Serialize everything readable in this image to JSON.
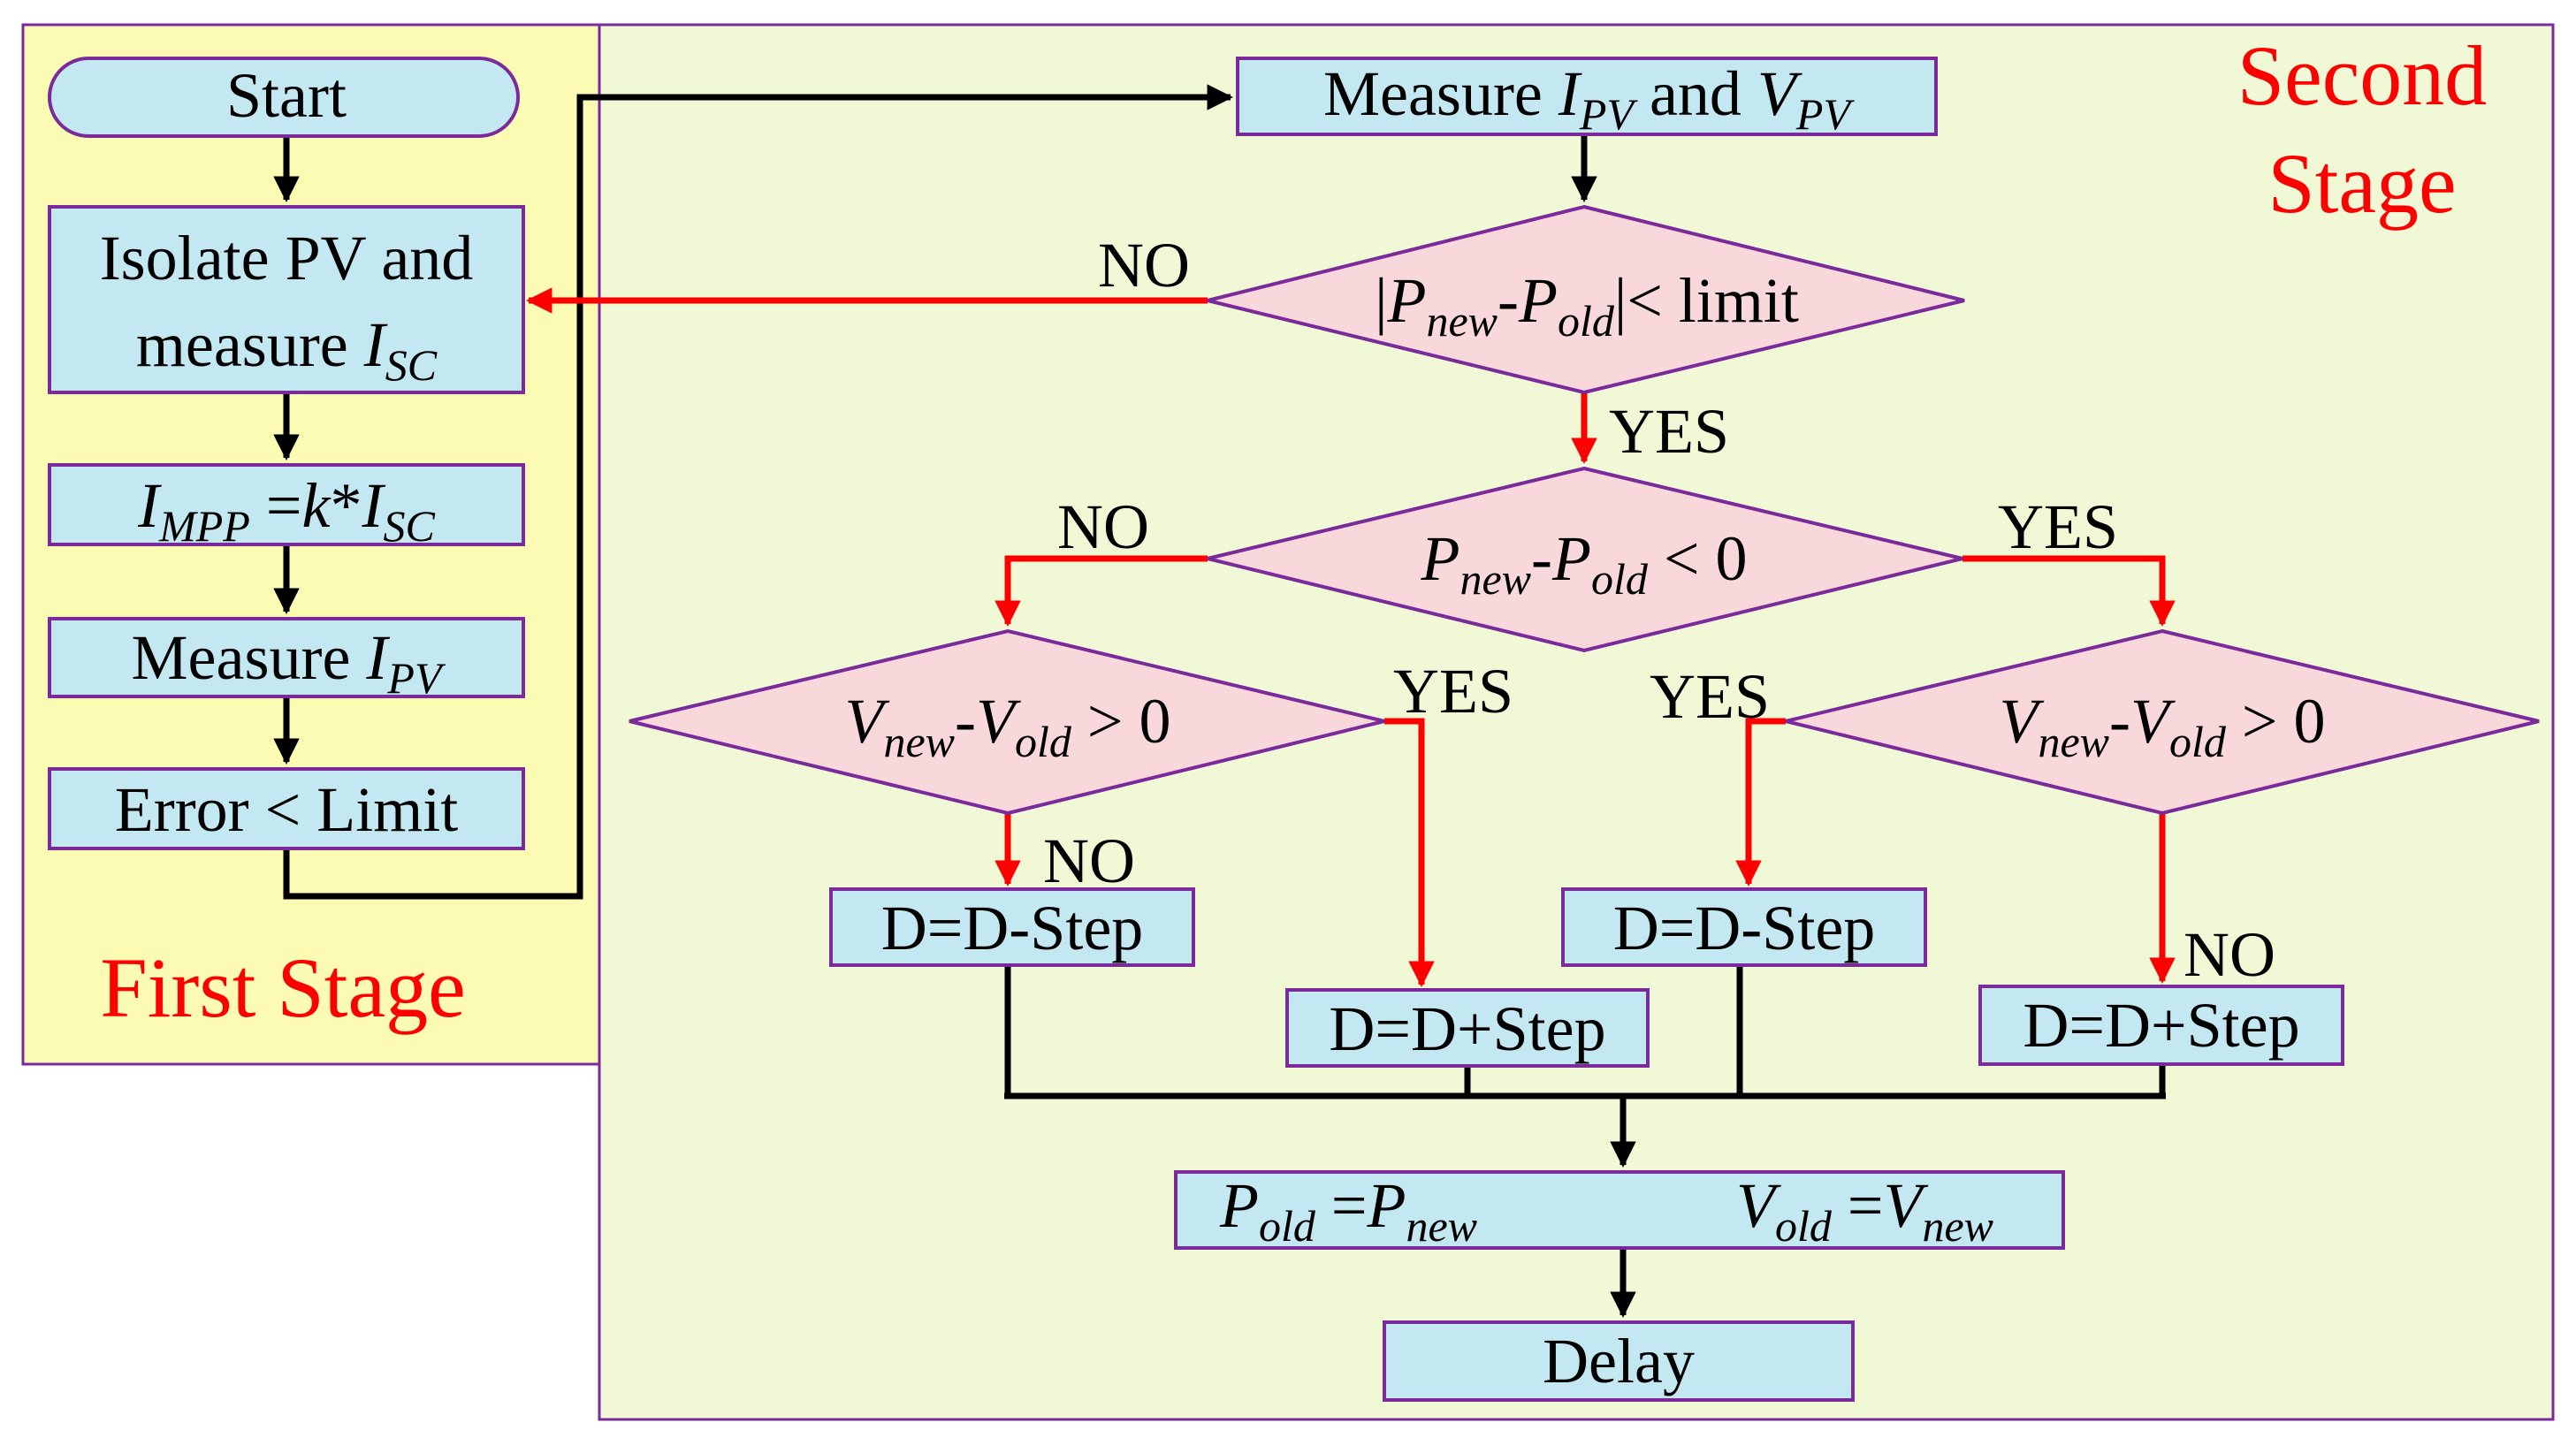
{
  "stages": {
    "first": "First Stage",
    "second_line1": "Second",
    "second_line2": "Stage"
  },
  "first_stage": {
    "start": "Start",
    "isolate_line1": "Isolate PV and",
    "isolate_line2_prefix": "measure ",
    "isolate_var": "I",
    "isolate_sub": "SC",
    "impp": {
      "var": "I",
      "sub": "MPP",
      "eq": " =",
      "k": "k",
      "star": "*",
      "var2": "I",
      "sub2": "SC"
    },
    "measure_ipv": {
      "prefix": "Measure ",
      "var": "I",
      "sub": "PV"
    },
    "error_limit": "Error < Limit"
  },
  "second_stage": {
    "measure": {
      "prefix": "Measure ",
      "var1": "I",
      "sub1": "PV",
      "and": " and ",
      "var2": "V",
      "sub2": "PV"
    },
    "cond1": {
      "open": "|",
      "p1": "P",
      "s1": "new",
      "minus": "-",
      "p2": "P",
      "s2": "old",
      "tail": "|< limit"
    },
    "cond2": {
      "p1": "P",
      "s1": "new",
      "minus": "-",
      "p2": "P",
      "s2": "old",
      "tail": " < 0"
    },
    "cond3": {
      "v1": "V",
      "s1": "new",
      "minus": "-",
      "v2": "V",
      "s2": "old",
      "tail": " > 0"
    },
    "cond4": {
      "v1": "V",
      "s1": "new",
      "minus": "-",
      "v2": "V",
      "s2": "old",
      "tail": " > 0"
    },
    "dec_left": "D=D-Step",
    "inc_left": "D=D+Step",
    "dec_right": "D=D-Step",
    "inc_right": "D=D+Step",
    "update": {
      "p1": "P",
      "s1": "old",
      "eq1": " =",
      "p2": "P",
      "s2": "new",
      "v1": "V",
      "s3": "old",
      "eq2": " =",
      "v2": "V",
      "s4": "new"
    },
    "delay": "Delay"
  },
  "labels": {
    "no": "NO",
    "yes": "YES"
  }
}
